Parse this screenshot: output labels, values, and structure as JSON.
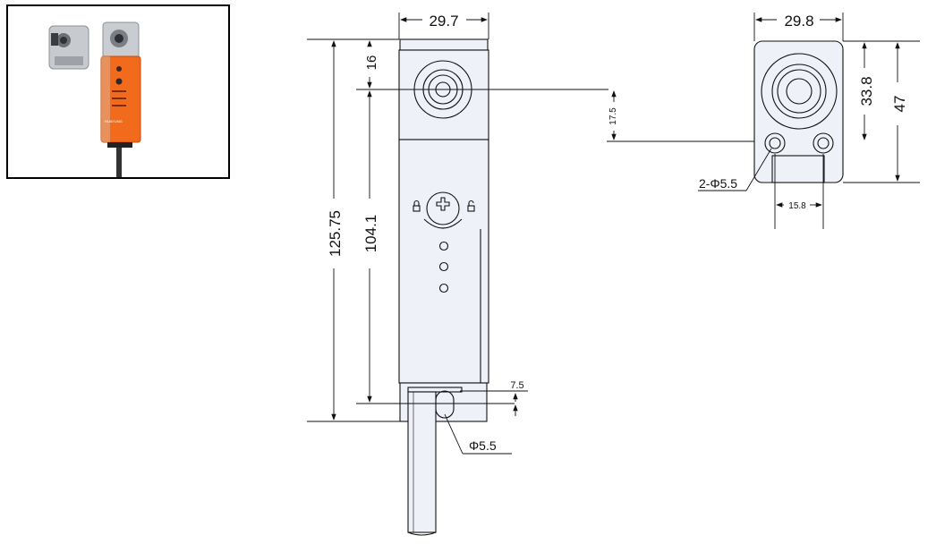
{
  "product_photo": {
    "brand": "HUAYUNG"
  },
  "front_view": {
    "width_label": "29.7",
    "overall_height_label": "125.75",
    "body_height_label": "104.1",
    "top_offset_label": "16",
    "lens_offset_label": "17.5",
    "cable_offset_label": "7.5",
    "cable_hole_label": "Φ5.5"
  },
  "side_view": {
    "width_label": "29.8",
    "lens_height_label": "33.8",
    "height_label": "47",
    "mount_holes_label": "2-Φ5.5",
    "hole_spacing_label": "15.8"
  },
  "colors": {
    "line": "#111111",
    "body_fill": "#eef1f8",
    "sensor_orange": "#f26a1b",
    "metal_gray": "#b8bcc0"
  }
}
